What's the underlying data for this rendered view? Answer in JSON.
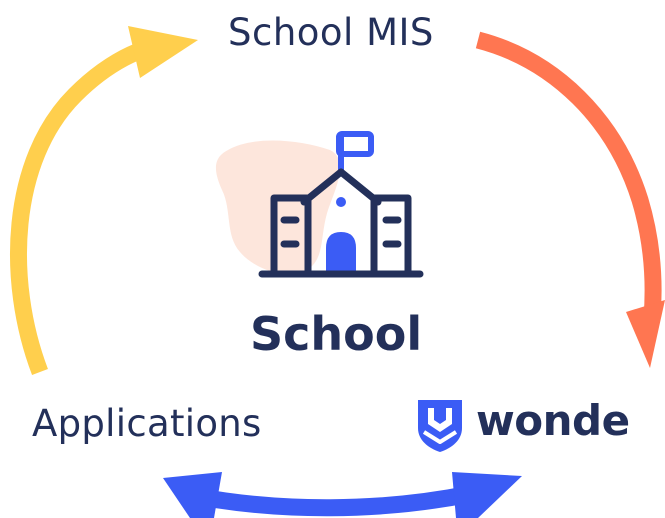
{
  "nodes": {
    "top": {
      "label": "School MIS"
    },
    "center": {
      "label": "School"
    },
    "left": {
      "label": "Applications"
    },
    "right": {
      "label": "wonde"
    }
  },
  "colors": {
    "text": "#23305a",
    "arrow_left": "#ffcf4d",
    "arrow_right": "#ff7651",
    "arrow_bottom": "#3b5cf5",
    "icon_accent": "#3b5cf5",
    "icon_outline": "#23305a",
    "blob": "#fde6dc"
  },
  "icons": {
    "center": "school-building-icon",
    "right": "wonde-shield-icon"
  }
}
